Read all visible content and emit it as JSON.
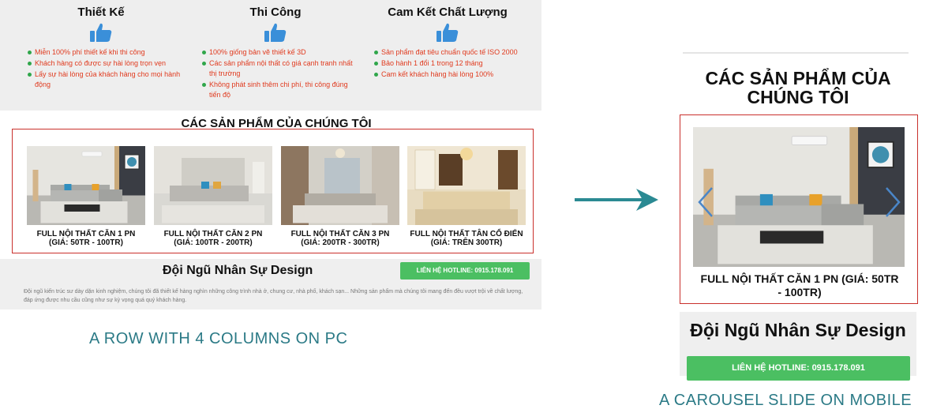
{
  "pc": {
    "features": [
      {
        "title": "Thiết Kế",
        "icon": "thumbs-up-icon",
        "items": [
          "Miễn 100% phí thiết kế khi thi công",
          "Khách hàng có được sự hài lòng trọn vẹn",
          "Lấy sự hài lòng của khách hàng cho mọi hành động"
        ]
      },
      {
        "title": "Thi Công",
        "icon": "thumbs-up-icon",
        "items": [
          "100% giống bản vẽ thiết kế 3D",
          "Các sản phẩm nội thất có giá cạnh tranh nhất thị trường",
          "Không phát sinh thêm chi phí, thi công đúng tiến độ"
        ]
      },
      {
        "title": "Cam Kết Chất Lượng",
        "icon": "thumbs-up-icon",
        "items": [
          "Sản phẩm đạt tiêu chuẩn quốc tế ISO 2000",
          "Bảo hành 1 đổi 1 trong 12 tháng",
          "Cam kết khách hàng hài lòng 100%"
        ]
      }
    ],
    "products_title": "CÁC SẢN PHẨM CỦA CHÚNG TÔI",
    "products": [
      {
        "name": "FULL NỘI THẤT CĂN 1 PN",
        "price": "(GIÁ: 50TR - 100TR)"
      },
      {
        "name": "FULL NỘI THẤT CĂN 2 PN",
        "price": "(GIÁ: 100TR - 200TR)"
      },
      {
        "name": "FULL NỘI THẤT CĂN 3 PN",
        "price": "(GIÁ: 200TR - 300TR)"
      },
      {
        "name": "FULL NỘI THẤT TÂN CỔ ĐIỂN",
        "price": "(GIÁ: TRÊN 300TR)"
      }
    ],
    "team_title": "Đội Ngũ Nhân Sự Design",
    "hotline": "LIÊN HỆ HOTLINE: 0915.178.091",
    "team_desc": "Đội ngũ kiến trúc sư dày dặn kinh nghiệm, chúng tôi đã thiết kế hàng nghìn những công trình nhà ở, chung cư, nhà phố, khách sạn... Những sản phẩm mà chúng tôi mang đến đều vượt trội về chất lượng, đáp ứng được nhu cầu cũng như sự kỳ vọng quá quý khách hàng."
  },
  "mobile": {
    "products_title": "CÁC SẢN PHẨM CỦA CHÚNG TÔI",
    "slide_name": "FULL NỘI THẤT CĂN 1 PN (GIÁ: 50TR - 100TR)",
    "team_title": "Đội Ngũ Nhân Sự Design",
    "hotline": "LIÊN HỆ HOTLINE: 0915.178.091"
  },
  "captions": {
    "pc": "A ROW WITH 4 COLUMNS ON PC",
    "mobile": "A CAROUSEL SLIDE ON MOBILE"
  },
  "colors": {
    "accent_green": "#4bbf62",
    "bullet_green": "#2fa64a",
    "text_red": "#e03a1e",
    "thumb_blue": "#3a8fd9",
    "frame_red": "#c9302c",
    "caption_teal": "#2b7a86",
    "arrow_teal": "#2b8a93"
  }
}
